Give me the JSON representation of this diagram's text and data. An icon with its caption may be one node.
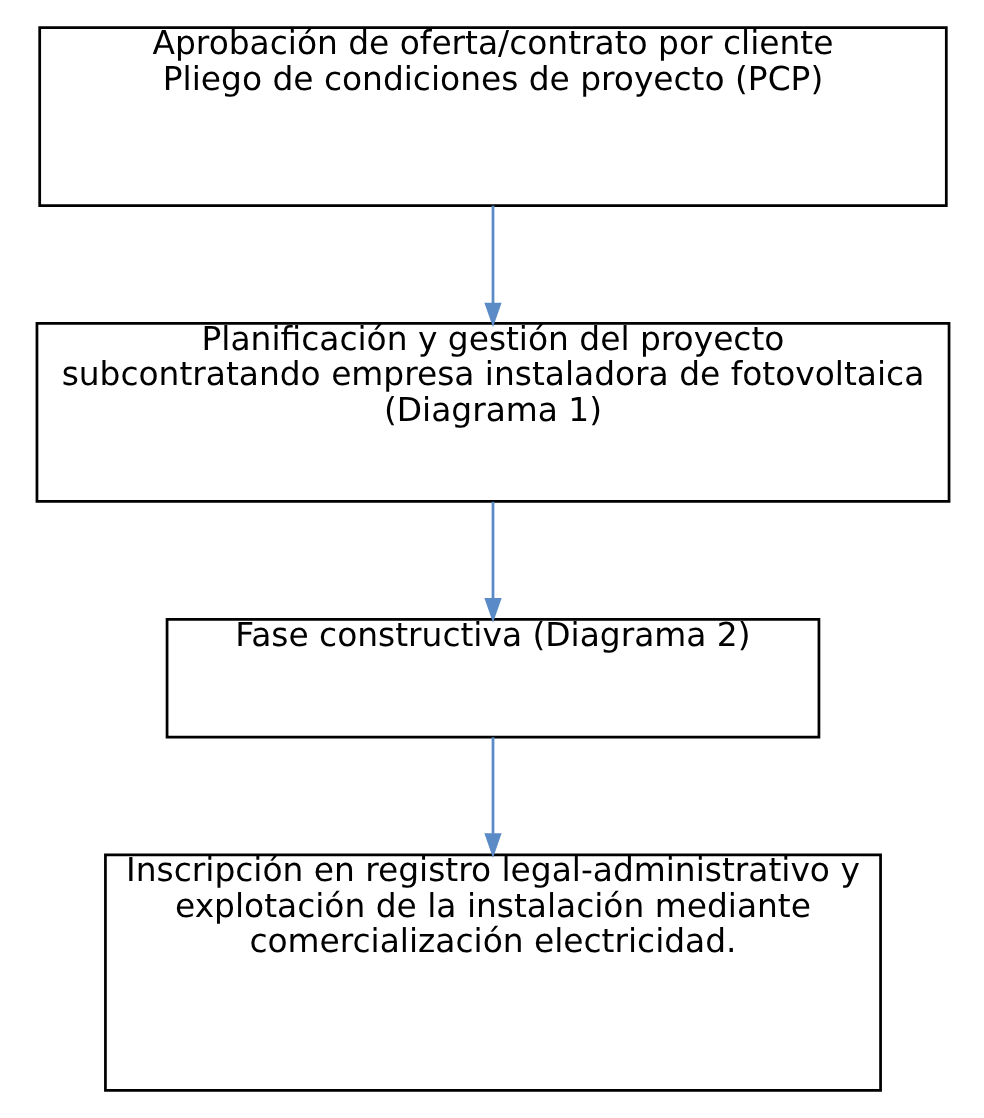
{
  "diagram": {
    "nodes": [
      {
        "text": [
          "Aprobación de oferta/contrato por cliente",
          "Pliego de condiciones de proyecto (PCP)"
        ]
      },
      {
        "text": [
          "Planificación y gestión del proyecto subcontratando empresa instaladora de fotovoltaica (Diagrama 1)"
        ]
      },
      {
        "text": [
          "Fase constructiva (Diagrama 2)"
        ]
      },
      {
        "text": [
          "Inscripción en registro legal-administrativo y explotación de la instalación mediante comercialización electricidad."
        ]
      }
    ],
    "edges": [
      {
        "from": 0,
        "to": 1,
        "arrow": "to"
      },
      {
        "from": 1,
        "to": 2,
        "arrow": "to"
      },
      {
        "from": 2,
        "to": 3,
        "arrow": "to"
      }
    ]
  }
}
